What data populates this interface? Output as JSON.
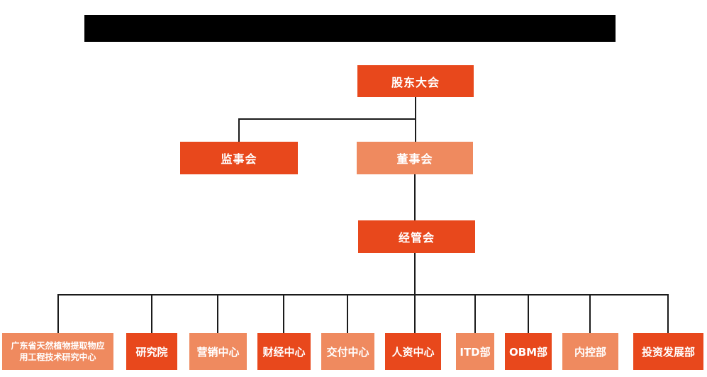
{
  "page": {
    "background": "#ffffff"
  },
  "redacted_title": {
    "text": "",
    "color": "#000000"
  },
  "colors": {
    "primary": "#e8481c",
    "secondary": "#ef8a5f",
    "line": "#1b1b1b",
    "text": "#ffffff"
  },
  "org": {
    "level1": {
      "label": "股东大会",
      "variant": "primary"
    },
    "level2": [
      {
        "label": "监事会",
        "variant": "primary"
      },
      {
        "label": "董事会",
        "variant": "secondary"
      }
    ],
    "level3": {
      "label": "经管会",
      "variant": "primary"
    },
    "departments": [
      {
        "label": "广东省天然植物提取物应用工程技术研究中心",
        "lines": [
          "广东省天然植物提取物应",
          "用工程技术研究中心"
        ],
        "variant": "secondary"
      },
      {
        "label": "研究院",
        "variant": "primary"
      },
      {
        "label": "营销中心",
        "variant": "secondary"
      },
      {
        "label": "财经中心",
        "variant": "primary"
      },
      {
        "label": "交付中心",
        "variant": "secondary"
      },
      {
        "label": "人资中心",
        "variant": "primary"
      },
      {
        "label": "ITD部",
        "variant": "secondary"
      },
      {
        "label": "OBM部",
        "variant": "primary"
      },
      {
        "label": "内控部",
        "variant": "secondary"
      },
      {
        "label": "投资发展部",
        "variant": "primary"
      }
    ]
  }
}
